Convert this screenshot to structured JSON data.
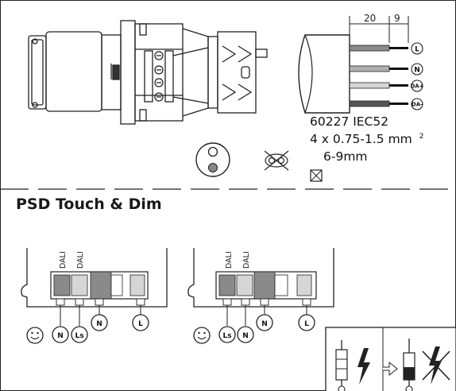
{
  "strip_lengths": {
    "first": "20",
    "second": "9"
  },
  "wire_terminals": [
    "L",
    "N",
    "DA+",
    "DA-"
  ],
  "cable_spec": {
    "line1": "60227 IEC52",
    "line2": "4 x 0.75-1.5 mm",
    "line2_sup": "2",
    "line3": "6-9mm"
  },
  "section_title": "PSD Touch & Dim",
  "left_block": {
    "dali_labels": [
      "DALI",
      "DALI"
    ],
    "terminals": [
      "N",
      "Ls",
      "N",
      "L"
    ]
  },
  "right_block": {
    "dali_labels": [
      "DALI",
      "DALI"
    ],
    "terminals": [
      "Ls",
      "N",
      "N",
      "L"
    ]
  },
  "colors": {
    "line": "#222222",
    "dark_grey": "#8a8a8a",
    "mid_grey": "#b0b0b0",
    "light_grey": "#d6d6d6"
  }
}
